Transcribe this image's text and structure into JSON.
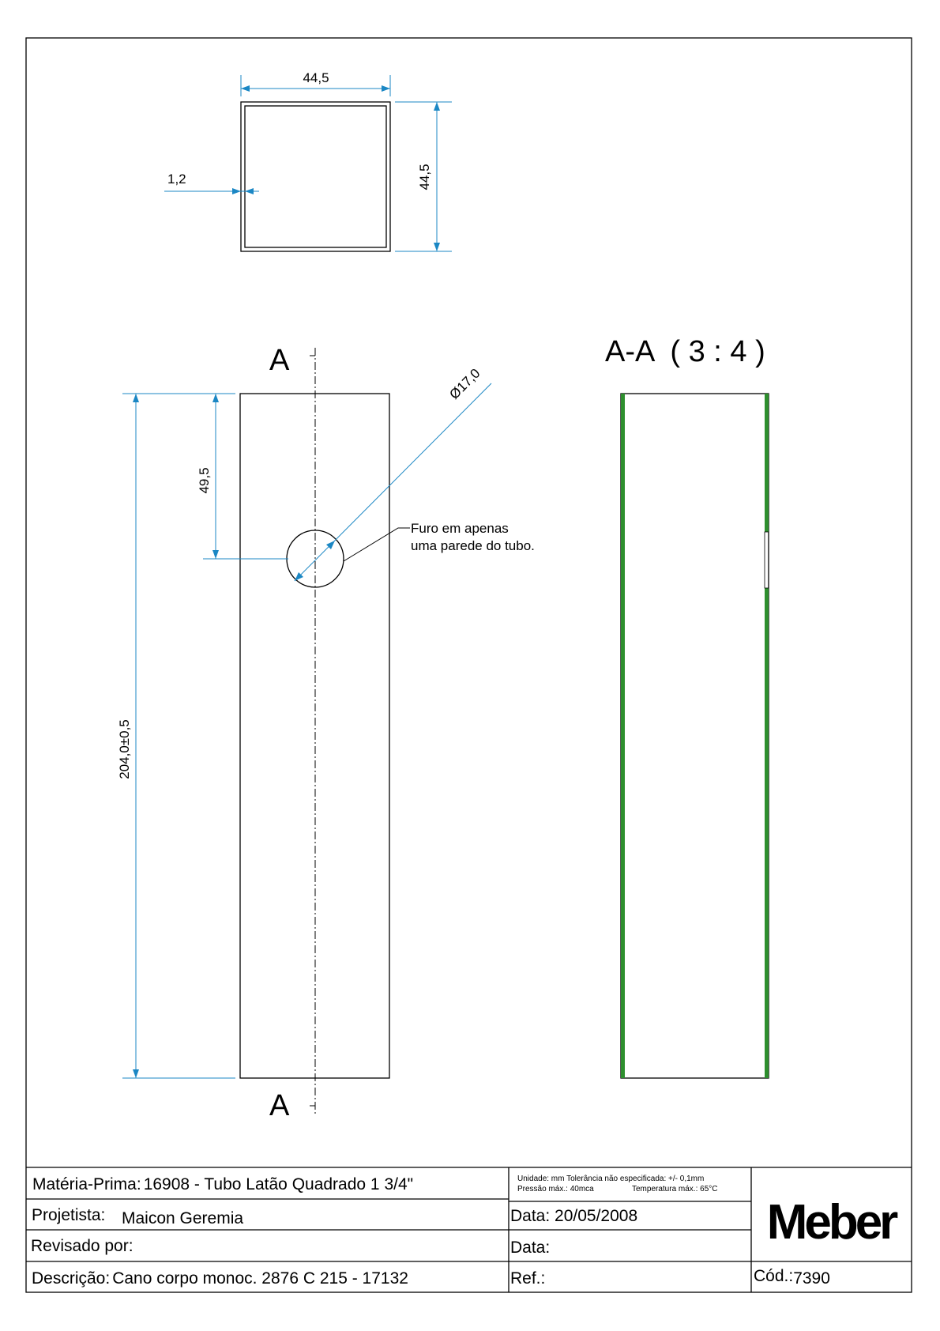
{
  "top_view": {
    "width_dim": "44,5",
    "height_dim": "44,5",
    "wall_dim": "1,2"
  },
  "front_view": {
    "section_mark_top": "A",
    "section_mark_bottom": "A",
    "hole_position_dim": "49,5",
    "length_dim": "204,0±0,5",
    "hole_diameter_dim": "Ø17,0",
    "note_line1": "Furo em apenas",
    "note_line2": "uma parede do tubo."
  },
  "section_view": {
    "title": "A-A  ( 3 : 4 )",
    "wall_color": "#2e8f2e"
  },
  "title_block": {
    "materia_label": "Matéria-Prima:",
    "materia_value": "16908 - Tubo Latão Quadrado 1 3/4\"",
    "projetista_label": "Projetista:",
    "projetista_value": "Maicon Geremia",
    "revisado_label": "Revisado por:",
    "descricao_label": "Descrição:",
    "descricao_value": "Cano corpo monoc. 2876 C 215 - 17132",
    "notes_line1": "Unidade: mm Tolerância não especificada: +/- 0,1mm",
    "notes_line2a": "Pressão máx.: 40mca",
    "notes_line2b": "Temperatura máx.: 65°C",
    "data1": "Data: 20/05/2008",
    "data2": "Data:",
    "ref": "Ref.:",
    "logo": "Meber",
    "cod_label": "Cód.:",
    "cod_value": "7390"
  }
}
